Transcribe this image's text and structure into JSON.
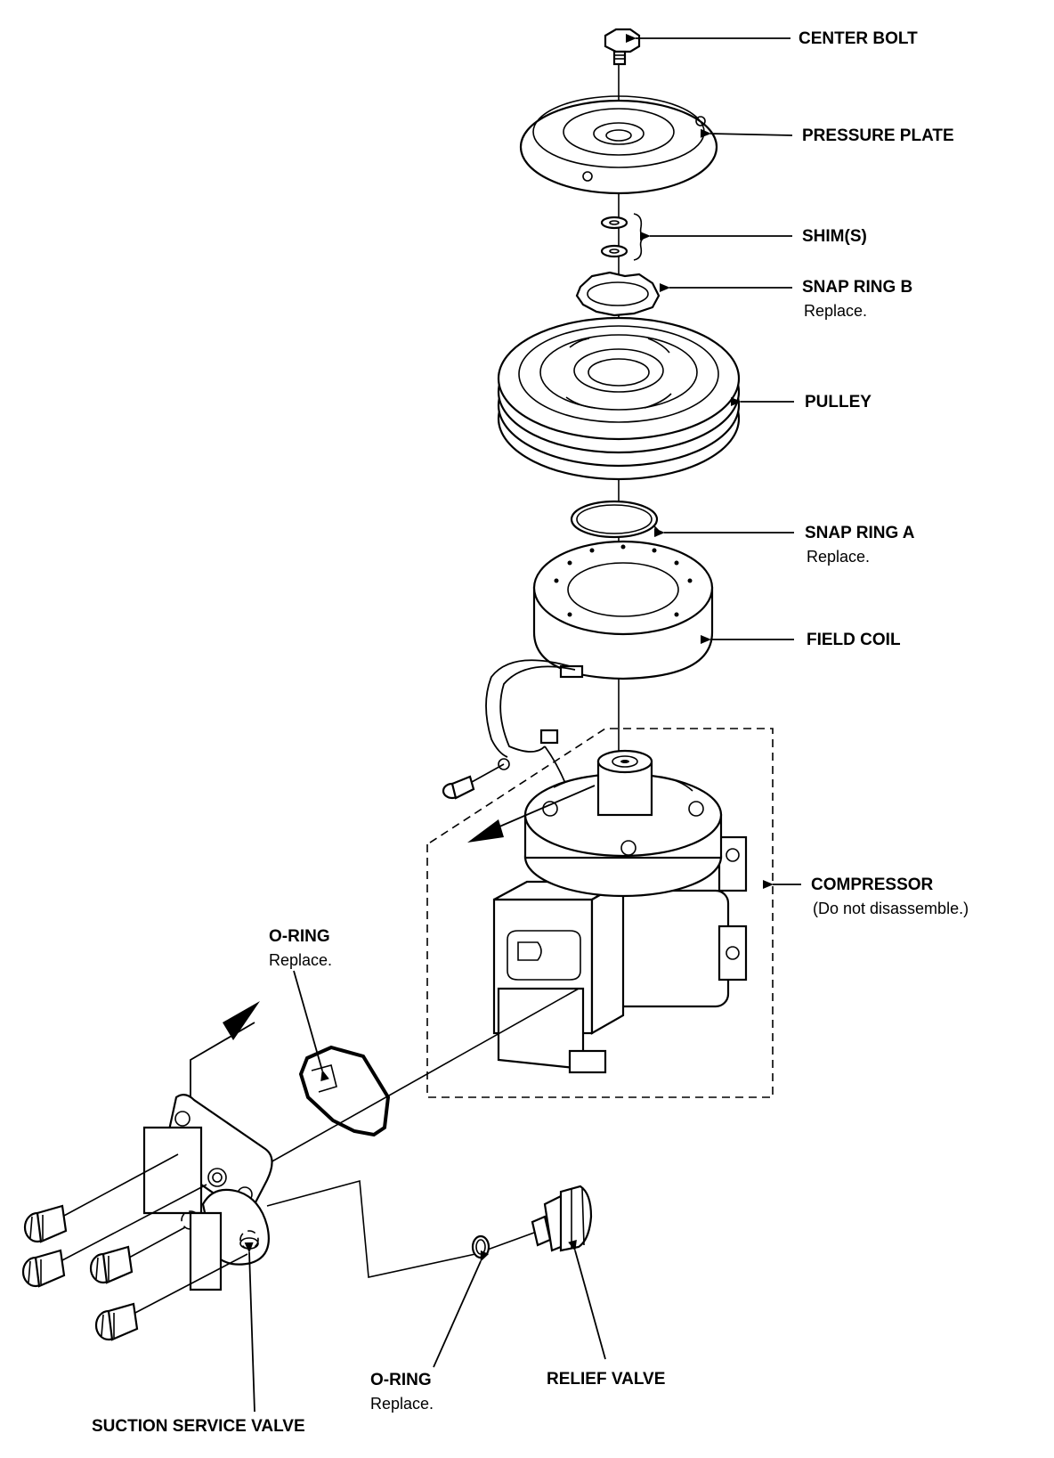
{
  "labels": {
    "center_bolt": "CENTER BOLT",
    "pressure_plate": "PRESSURE PLATE",
    "shims": "SHIM(S)",
    "snap_ring_b": "SNAP RING B",
    "snap_ring_b_note": "Replace.",
    "pulley": "PULLEY",
    "snap_ring_a": "SNAP RING A",
    "snap_ring_a_note": "Replace.",
    "field_coil": "FIELD COIL",
    "compressor": "COMPRESSOR",
    "compressor_note": "(Do not disassemble.)",
    "o_ring_upper": "O-RING",
    "o_ring_upper_note": "Replace.",
    "o_ring_lower": "O-RING",
    "o_ring_lower_note": "Replace.",
    "relief_valve": "RELIEF VALVE",
    "suction_service_valve": "SUCTION SERVICE VALVE"
  }
}
